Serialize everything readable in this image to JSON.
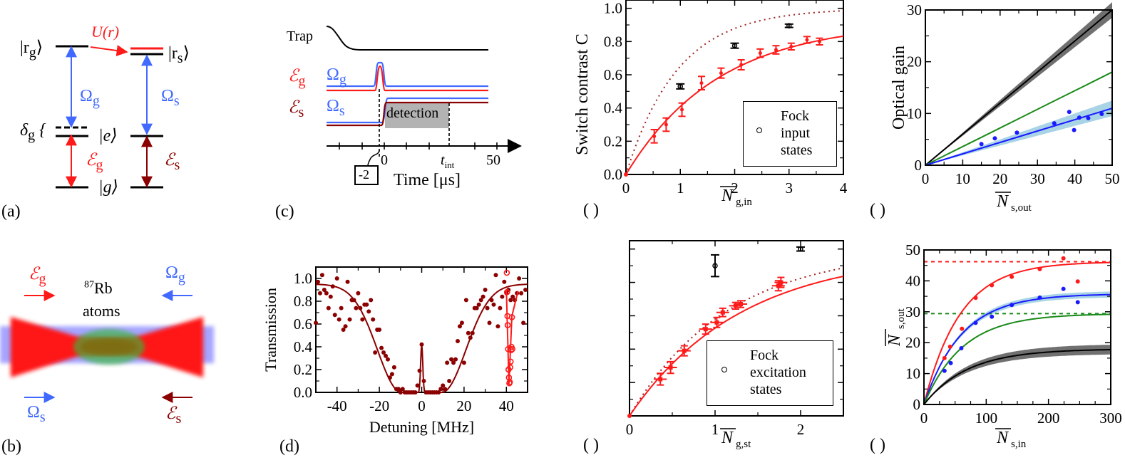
{
  "panels": {
    "a": {
      "tag": "(a)",
      "levels": {
        "rg": "|r",
        "rg_sub": "g",
        "rs": "|r",
        "rs_sub": "s",
        "e": "|e⟩",
        "g": "|g⟩",
        "delta": "δ",
        "delta_sub": "g"
      },
      "labels": {
        "U": "U(r)",
        "omega_g": "Ω",
        "omega_g_sub": "g",
        "omega_s": "Ω",
        "omega_s_sub": "s",
        "eps_g": "ℰ",
        "eps_g_sub": "g",
        "eps_s": "ℰ",
        "eps_s_sub": "s"
      }
    },
    "b": {
      "tag": "(b)",
      "atoms_line1": "87",
      "atoms_line1b": "Rb",
      "atoms_line2": "atoms",
      "labels": {
        "eps_g": "ℰ",
        "eps_g_sub": "g",
        "omega_g": "Ω",
        "omega_g_sub": "g",
        "omega_s": "Ω",
        "omega_s_sub": "s",
        "eps_s": "ℰ",
        "eps_s_sub": "s"
      }
    },
    "c": {
      "tag": "(c)",
      "trap": "Trap",
      "eps_g": "ℰ",
      "eps_g_sub": "g",
      "omega_g": "Ω",
      "omega_g_sub": "g",
      "eps_s": "ℰ",
      "eps_s_sub": "s",
      "omega_s": "Ω",
      "omega_s_sub": "s",
      "detection": "detection",
      "marker": "-2",
      "tick0": "0",
      "tint": "t",
      "tint_sub": "int",
      "tick50": "50",
      "xlabel": "Time [μs]"
    },
    "d": {
      "tag": "(d)"
    },
    "e": {
      "tag": "( )"
    },
    "f": {
      "tag": "( )"
    },
    "g": {
      "tag": "( )"
    },
    "h": {
      "tag": "( )"
    }
  },
  "colors": {
    "red": "#ff1a1a",
    "darkred": "#8b0000",
    "blue": "#4169ff",
    "deepblue": "#1a1aff",
    "green": "#1a8a1a",
    "lightblue": "#a8d4e6",
    "gray": "#808080"
  },
  "chart_data": [
    {
      "id": "d",
      "type": "scatter",
      "title": "",
      "xlabel": "Detuning [MHz]",
      "ylabel": "Transmission",
      "xlim": [
        -50,
        50
      ],
      "ylim": [
        0,
        1.1
      ],
      "xticks": [
        -40,
        -20,
        0,
        20,
        40
      ],
      "yticks": [
        0.0,
        0.2,
        0.4,
        0.6,
        0.8,
        1.0
      ],
      "series": [
        {
          "name": "EIT data",
          "marker": "filled",
          "color": "#8b0000",
          "x": [
            -50,
            -49,
            -48,
            -47,
            -46,
            -45,
            -44,
            -43,
            -42,
            -41,
            -40,
            -39,
            -38,
            -37,
            -36,
            -35,
            -34,
            -33,
            -32,
            -31,
            -30,
            -29,
            -28,
            -27,
            -26,
            -25,
            -24,
            -23,
            -22,
            -21,
            -20,
            -19,
            -18,
            -17,
            -16,
            -15,
            -14,
            -13,
            -12,
            -11,
            -10,
            -9,
            -8,
            -7,
            -6,
            -5,
            -4,
            -3,
            -2,
            -1,
            0,
            1,
            2,
            3,
            4,
            5,
            6,
            7,
            8,
            9,
            10,
            11,
            12,
            13,
            14,
            15,
            16,
            17,
            18,
            19,
            20,
            21,
            22,
            23,
            24,
            25,
            26,
            27,
            28,
            29,
            30,
            31,
            32,
            33,
            34,
            35,
            36,
            37,
            38,
            39,
            40,
            41,
            42,
            43,
            44,
            45,
            46,
            47,
            48,
            49
          ],
          "y": [
            0.61,
            0.97,
            0.87,
            1.03,
            0.9,
            0.87,
            0.74,
            0.84,
            0.93,
            0.68,
            1.0,
            0.64,
            0.74,
            0.55,
            0.58,
            0.97,
            0.64,
            0.81,
            0.81,
            0.74,
            0.87,
            0.74,
            0.64,
            0.77,
            0.77,
            0.71,
            0.81,
            0.64,
            0.35,
            0.55,
            0.55,
            0.39,
            0.35,
            0.32,
            0.29,
            0.13,
            0.16,
            0.22,
            0.03,
            0.03,
            0.0,
            0.03,
            0.0,
            0.0,
            0.0,
            0.0,
            0.0,
            0.0,
            0.06,
            0.19,
            0.42,
            0.1,
            0.0,
            0.0,
            0.0,
            0.0,
            0.0,
            0.0,
            0.0,
            0.03,
            0.06,
            0.03,
            0.26,
            0.1,
            0.29,
            0.26,
            0.29,
            0.45,
            0.58,
            0.61,
            0.26,
            0.81,
            0.52,
            0.48,
            0.52,
            0.74,
            0.74,
            0.77,
            0.81,
            0.84,
            0.9,
            0.74,
            0.61,
            0.81,
            0.77,
            1.03,
            0.58,
            0.74,
            0.84,
            0.97,
            0.87,
            0.9,
            0.81,
            0.84,
            0.81,
            0.87,
            1.0,
            0.87,
            0.61,
            0.9
          ]
        },
        {
          "name": "EIT fit",
          "type": "line",
          "color": "#8b0000"
        },
        {
          "name": "shifted data",
          "marker": "open",
          "color": "#ff1a1a",
          "x": [
            40.2,
            40.3,
            40.5,
            40.6,
            40.8,
            41.0,
            41.2,
            41.4,
            41.6,
            41.8,
            42.0,
            42.2,
            42.4,
            42.6,
            42.8
          ],
          "y": [
            1.05,
            0.88,
            0.67,
            0.59,
            0.38,
            0.2,
            0.13,
            0.08,
            0.09,
            0.22,
            0.27,
            0.37,
            0.4,
            0.66,
            0.38
          ]
        }
      ]
    },
    {
      "id": "e",
      "type": "scatter",
      "xlabel": "N̄g,in",
      "ylabel": "Switch contrast C",
      "xlim": [
        0,
        4
      ],
      "ylim": [
        0,
        1.05
      ],
      "xticks": [
        0,
        1,
        2,
        3,
        4
      ],
      "yticks": [
        0.0,
        0.2,
        0.4,
        0.6,
        0.8,
        1.0
      ],
      "legend": {
        "line1": "Fock",
        "line2": "input",
        "line3": "states"
      },
      "series": [
        {
          "name": "coherent data",
          "color": "#ff1a1a",
          "x": [
            0.52,
            0.74,
            1.03,
            1.39,
            1.75,
            2.12,
            2.47,
            2.76,
            3.04,
            3.33,
            3.56
          ],
          "y": [
            0.23,
            0.3,
            0.39,
            0.55,
            0.61,
            0.66,
            0.73,
            0.75,
            0.77,
            0.81,
            0.8
          ],
          "err": [
            0.04,
            0.04,
            0.04,
            0.04,
            0.03,
            0.03,
            0.025,
            0.025,
            0.02,
            0.02,
            0.02
          ]
        },
        {
          "name": "Fock input states",
          "color": "#000000",
          "marker": "open",
          "x": [
            1,
            2,
            3
          ],
          "y": [
            0.53,
            0.775,
            0.895
          ],
          "err": [
            0.015,
            0.015,
            0.01
          ]
        },
        {
          "name": "fit",
          "type": "line",
          "color": "#ff1a1a",
          "model": "0.92*(1-exp(-x/1.7))"
        },
        {
          "name": "theory",
          "type": "dotted",
          "color": "#a02020",
          "model": "1-exp(-x/0.95)"
        }
      ]
    },
    {
      "id": "f",
      "type": "scatter",
      "xlabel": "N̄g,st",
      "ylabel": "",
      "xlim": [
        0,
        2.5
      ],
      "ylim": [
        0,
        1.05
      ],
      "xticks": [
        0,
        1,
        2
      ],
      "legend": {
        "line1": "Fock",
        "line2": "excitation",
        "line3": "states"
      },
      "series": [
        {
          "name": "coherent data",
          "color": "#ff1a1a",
          "x": [
            0.36,
            0.48,
            0.64,
            0.89,
            1.02,
            1.09,
            1.24,
            1.3,
            1.74,
            1.77
          ],
          "y": [
            0.22,
            0.29,
            0.39,
            0.52,
            0.56,
            0.62,
            0.66,
            0.67,
            0.78,
            0.8
          ],
          "err": [
            0.035,
            0.035,
            0.03,
            0.03,
            0.03,
            0.025,
            0.02,
            0.02,
            0.03,
            0.03
          ]
        },
        {
          "name": "Fock excitation states",
          "color": "#000000",
          "marker": "open",
          "x": [
            1,
            2
          ],
          "y": [
            0.9,
            1.0
          ],
          "err": [
            0.065,
            0.012
          ]
        },
        {
          "name": "fit",
          "type": "line",
          "color": "#ff1a1a"
        },
        {
          "name": "theory",
          "type": "dotted",
          "color": "#a02020"
        }
      ]
    },
    {
      "id": "g",
      "type": "line",
      "xlabel": "N̄s,out",
      "ylabel": "Optical gain",
      "xlim": [
        0,
        50
      ],
      "ylim": [
        0,
        30
      ],
      "xticks": [
        0,
        10,
        20,
        30,
        40,
        50
      ],
      "yticks": [
        0,
        10,
        20,
        30
      ],
      "series": [
        {
          "name": "black theory",
          "color": "#000000",
          "slope": 0.6,
          "band": [
            0.57,
            0.63
          ]
        },
        {
          "name": "green theory",
          "color": "#1a8a1a",
          "slope": 0.36
        },
        {
          "name": "blue fit",
          "color": "#1a1aff",
          "slope": 0.22,
          "band": [
            0.19,
            0.25
          ]
        },
        {
          "name": "data",
          "color": "#1a1aff",
          "marker": "filled",
          "x": [
            15,
            18.6,
            24.5,
            34.5,
            38.5,
            39.8,
            41.2,
            43.6,
            47.2
          ],
          "y": [
            4.1,
            5.2,
            6.3,
            8.1,
            10.3,
            6.8,
            9.2,
            9.1,
            9.9
          ]
        }
      ]
    },
    {
      "id": "h",
      "type": "line",
      "xlabel": "N̄s,in",
      "ylabel": "N̄s,out",
      "xlim": [
        0,
        300
      ],
      "ylim": [
        0,
        50
      ],
      "xticks": [
        0,
        100,
        200,
        300
      ],
      "yticks": [
        0,
        10,
        20,
        30,
        40,
        50
      ],
      "series": [
        {
          "name": "red",
          "color": "#ff1a1a",
          "sat": 46.2,
          "scale": 58
        },
        {
          "name": "red saturation",
          "type": "dashed",
          "color": "#ff1a1a",
          "y": 46.2
        },
        {
          "name": "blue",
          "color": "#1a1aff",
          "sat": 35.8,
          "scale": 60,
          "band": 1.0
        },
        {
          "name": "green",
          "color": "#1a8a1a",
          "sat": 29.4,
          "scale": 62
        },
        {
          "name": "green saturation",
          "type": "dashed",
          "color": "#1a8a1a",
          "y": 29.4
        },
        {
          "name": "black",
          "color": "#000000",
          "sat": 18,
          "scale": 70,
          "band": 1.6
        },
        {
          "name": "red data",
          "color": "#ff1a1a",
          "marker": "filled",
          "x": [
            33,
            42,
            61,
            83,
            109,
            141,
            186,
            224,
            247
          ],
          "y": [
            15,
            18.7,
            24.5,
            34.5,
            38.6,
            41.3,
            43.8,
            47.3,
            39.8
          ]
        },
        {
          "name": "blue data",
          "color": "#1a1aff",
          "marker": "filled",
          "x": [
            33,
            43,
            60,
            83,
            109,
            141,
            186,
            224,
            247
          ],
          "y": [
            10.9,
            13.4,
            18.2,
            26.4,
            28.4,
            32.2,
            34.6,
            37.4,
            33.1
          ]
        }
      ]
    }
  ]
}
